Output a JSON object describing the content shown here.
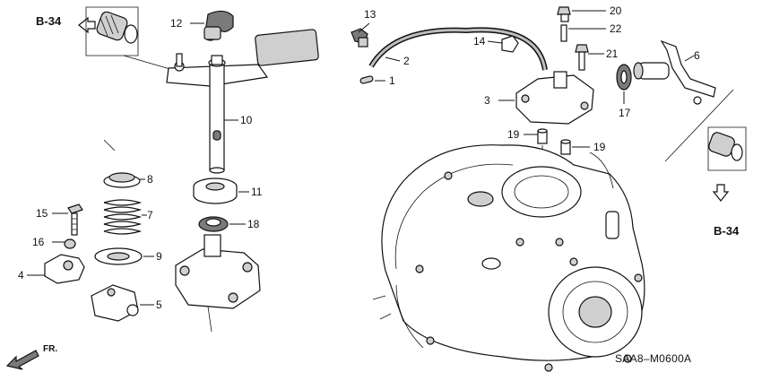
{
  "diagram": {
    "code": "SAA8–M0600A",
    "direction_label": "FR.",
    "ref_labels": {
      "top_left": "B-34",
      "bottom_right": "B-34"
    },
    "callouts": {
      "c1": "1",
      "c2": "2",
      "c3": "3",
      "c4": "4",
      "c5": "5",
      "c6": "6",
      "c7": "7",
      "c8": "8",
      "c9": "9",
      "c10": "10",
      "c11": "11",
      "c12": "12",
      "c13": "13",
      "c14": "14",
      "c15": "15",
      "c16": "16",
      "c17": "17",
      "c18": "18",
      "c19a": "19",
      "c19b": "19",
      "c20": "20",
      "c21": "21",
      "c22": "22"
    }
  }
}
